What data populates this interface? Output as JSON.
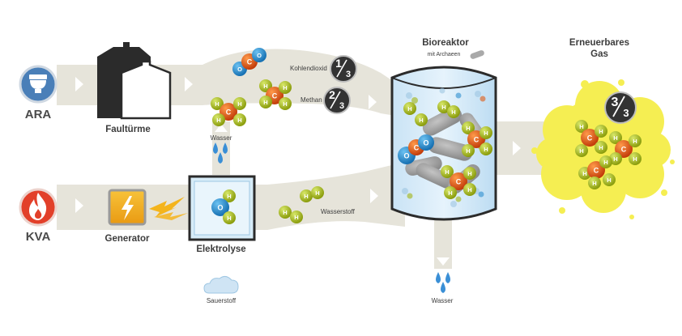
{
  "sources": {
    "ara": "ARA",
    "kva": "KVA"
  },
  "components": {
    "faulturme": "Faultürme",
    "generator": "Generator",
    "elektrolyse": "Elektrolyse",
    "bioreaktor": "Bioreaktor",
    "archaeen": "mit Archaeen",
    "product_line1": "Erneuerbares",
    "product_line2": "Gas"
  },
  "streams": {
    "wasser_top": "Wasser",
    "wasser_bottom": "Wasser",
    "sauerstoff": "Sauerstoff",
    "wasserstoff": "Wasserstoff",
    "kohlendioxid": "Kohlendioxid",
    "methan": "Methan"
  },
  "fractions": {
    "co2": {
      "num": "1",
      "den": "3"
    },
    "methan": {
      "num": "2",
      "den": "3"
    },
    "gas": {
      "num": "3",
      "den": "3"
    }
  },
  "atoms": {
    "hydrogen": "H",
    "carbon": "C",
    "oxygen": "O"
  },
  "colors": {
    "flow": "#e4e2d8",
    "ara_circle": "#4a7fb8",
    "kva_circle": "#e2402a",
    "hydrogen": "#a3b512",
    "carbon": "#e05a14",
    "oxygen": "#2e8fd0",
    "gas_cloud": "#f5ee52",
    "fraction_badge": "#333333",
    "water": "#3a8fd6"
  }
}
